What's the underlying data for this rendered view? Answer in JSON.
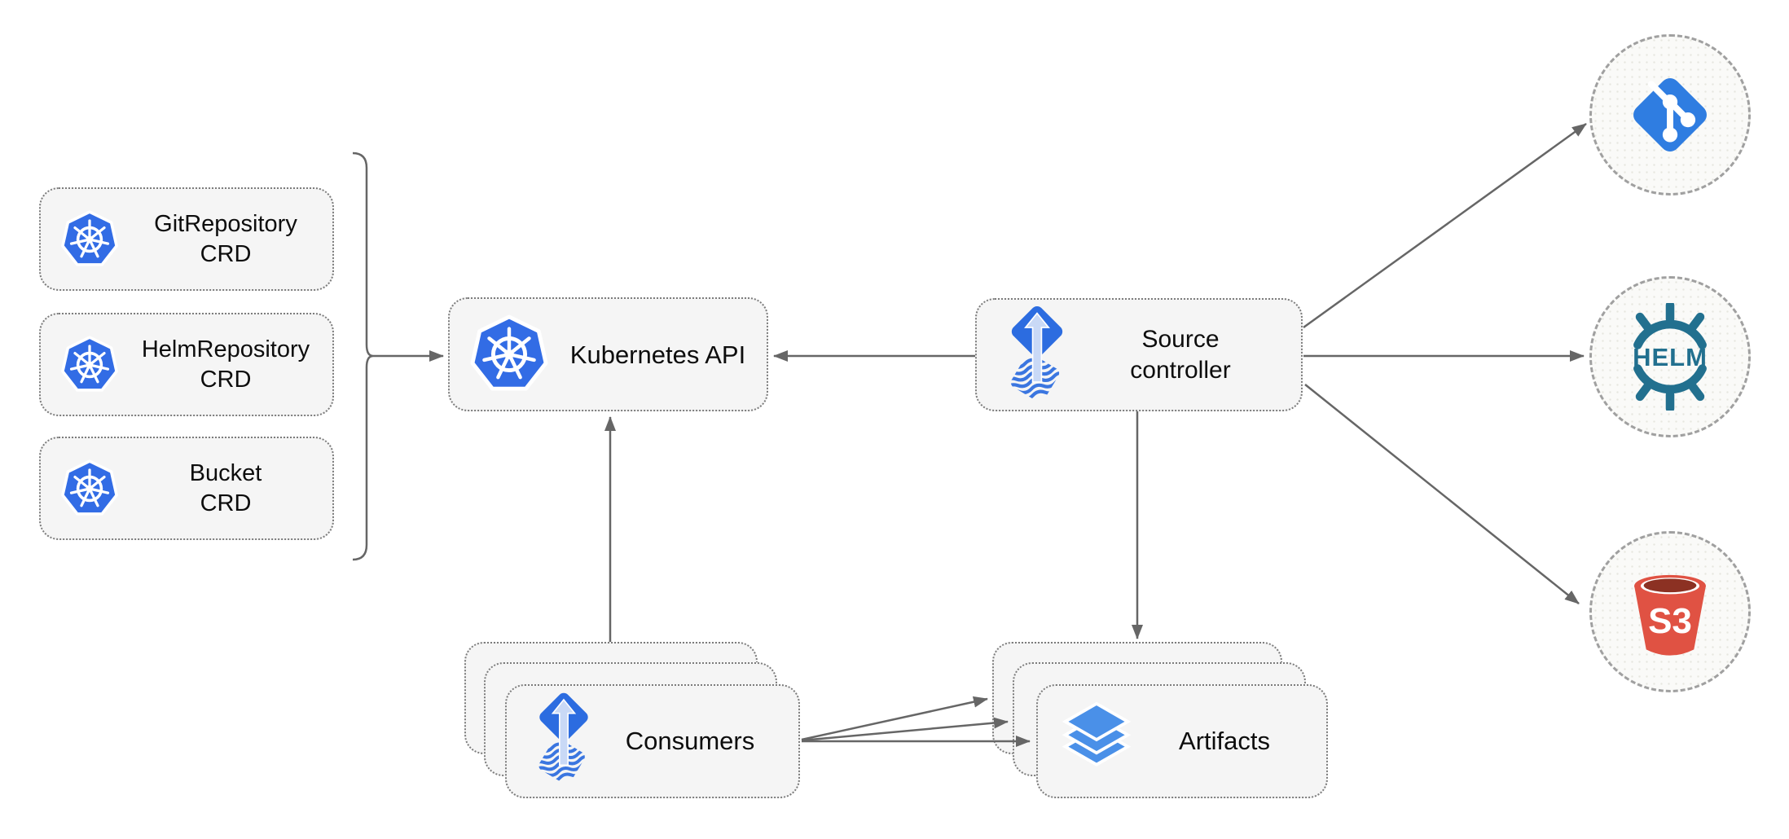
{
  "diagram": {
    "crds": [
      {
        "line1": "GitRepository",
        "line2": "CRD"
      },
      {
        "line1": "HelmRepository",
        "line2": "CRD"
      },
      {
        "line1": "Bucket",
        "line2": "CRD"
      }
    ],
    "kubernetes_api": {
      "label": "Kubernetes API"
    },
    "source_controller": {
      "line1": "Source",
      "line2": "controller"
    },
    "consumers": {
      "label": "Consumers"
    },
    "artifacts": {
      "label": "Artifacts"
    },
    "externals": {
      "helm_text": "HELM",
      "s3_text": "S3"
    },
    "colors": {
      "kubernetes_blue": "#326ce5",
      "flux_blue": "#2c6ce0",
      "flux_arrow_light": "#c9d9f6",
      "git_blue": "#2f7de1",
      "helm_teal": "#22708f",
      "s3_red": "#e05243",
      "s3_dark_red": "#8c3123",
      "layers_blue": "#4a90e8",
      "node_fill": "#f5f5f5",
      "connector_gray": "#666666"
    }
  }
}
